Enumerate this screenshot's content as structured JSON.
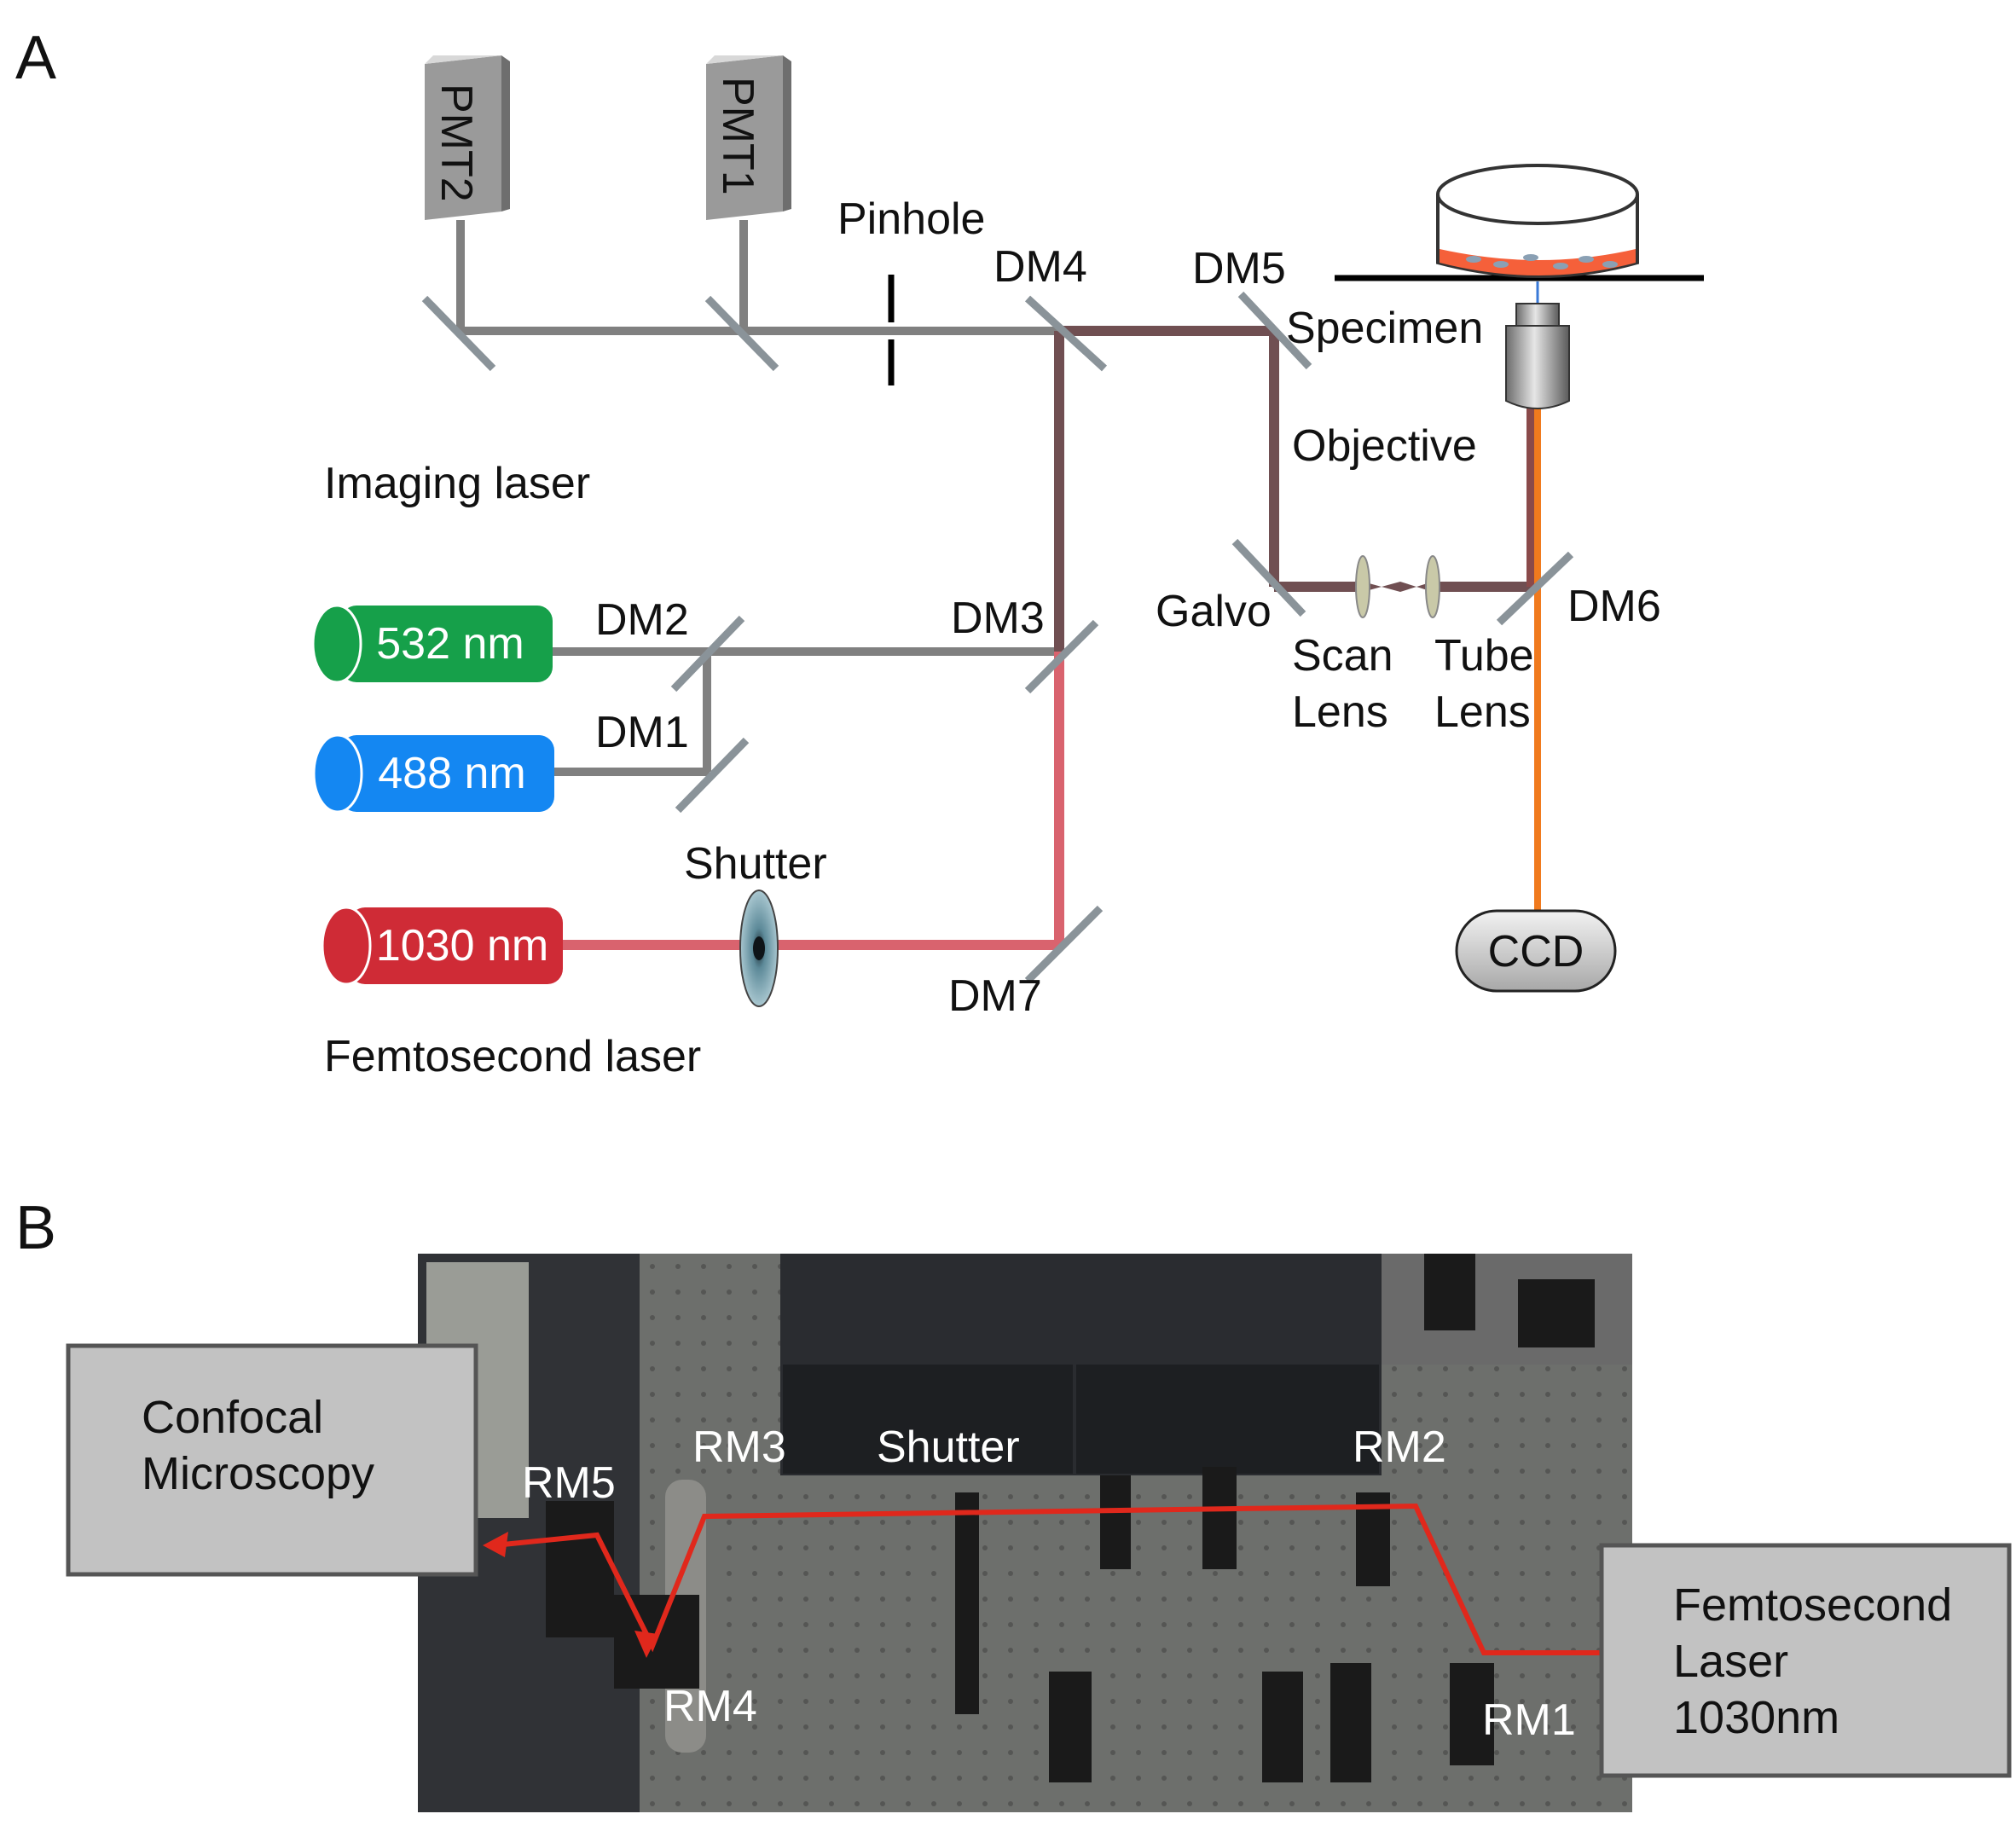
{
  "panels": {
    "a": "A",
    "b": "B"
  },
  "diagram": {
    "pmt1": "PMT1",
    "pmt2": "PMT2",
    "pinhole": "Pinhole",
    "dm1": "DM1",
    "dm2": "DM2",
    "dm3": "DM3",
    "dm4": "DM4",
    "dm5": "DM5",
    "dm6": "DM6",
    "dm7": "DM7",
    "specimen": "Specimen",
    "objective": "Objective",
    "galvo": "Galvo",
    "scan_lens_line1": "Scan",
    "scan_lens_line2": "Lens",
    "tube_lens_line1": "Tube",
    "tube_lens_line2": "Lens",
    "imaging_laser": "Imaging laser",
    "femtosecond_laser": "Femtosecond laser",
    "shutter": "Shutter",
    "laser_532": "532 nm",
    "laser_488": "488 nm",
    "laser_1030": "1030 nm",
    "ccd": "CCD"
  },
  "photo": {
    "confocal_line1": "Confocal",
    "confocal_line2": "Microscopy",
    "fs_line1": "Femtosecond",
    "fs_line2": "Laser",
    "fs_line3": "1030nm",
    "shutter": "Shutter",
    "rm1": "RM1",
    "rm2": "RM2",
    "rm3": "RM3",
    "rm4": "RM4",
    "rm5": "RM5"
  },
  "colors": {
    "green_laser": "#16a04a",
    "blue_laser": "#1487f2",
    "red_laser": "#cf2b36",
    "gray_beam": "#808080",
    "brown_beam": "#704f52",
    "pink_beam": "#d9636e",
    "orange_beam": "#f07a1e",
    "photo_beam": "#e0281c"
  }
}
